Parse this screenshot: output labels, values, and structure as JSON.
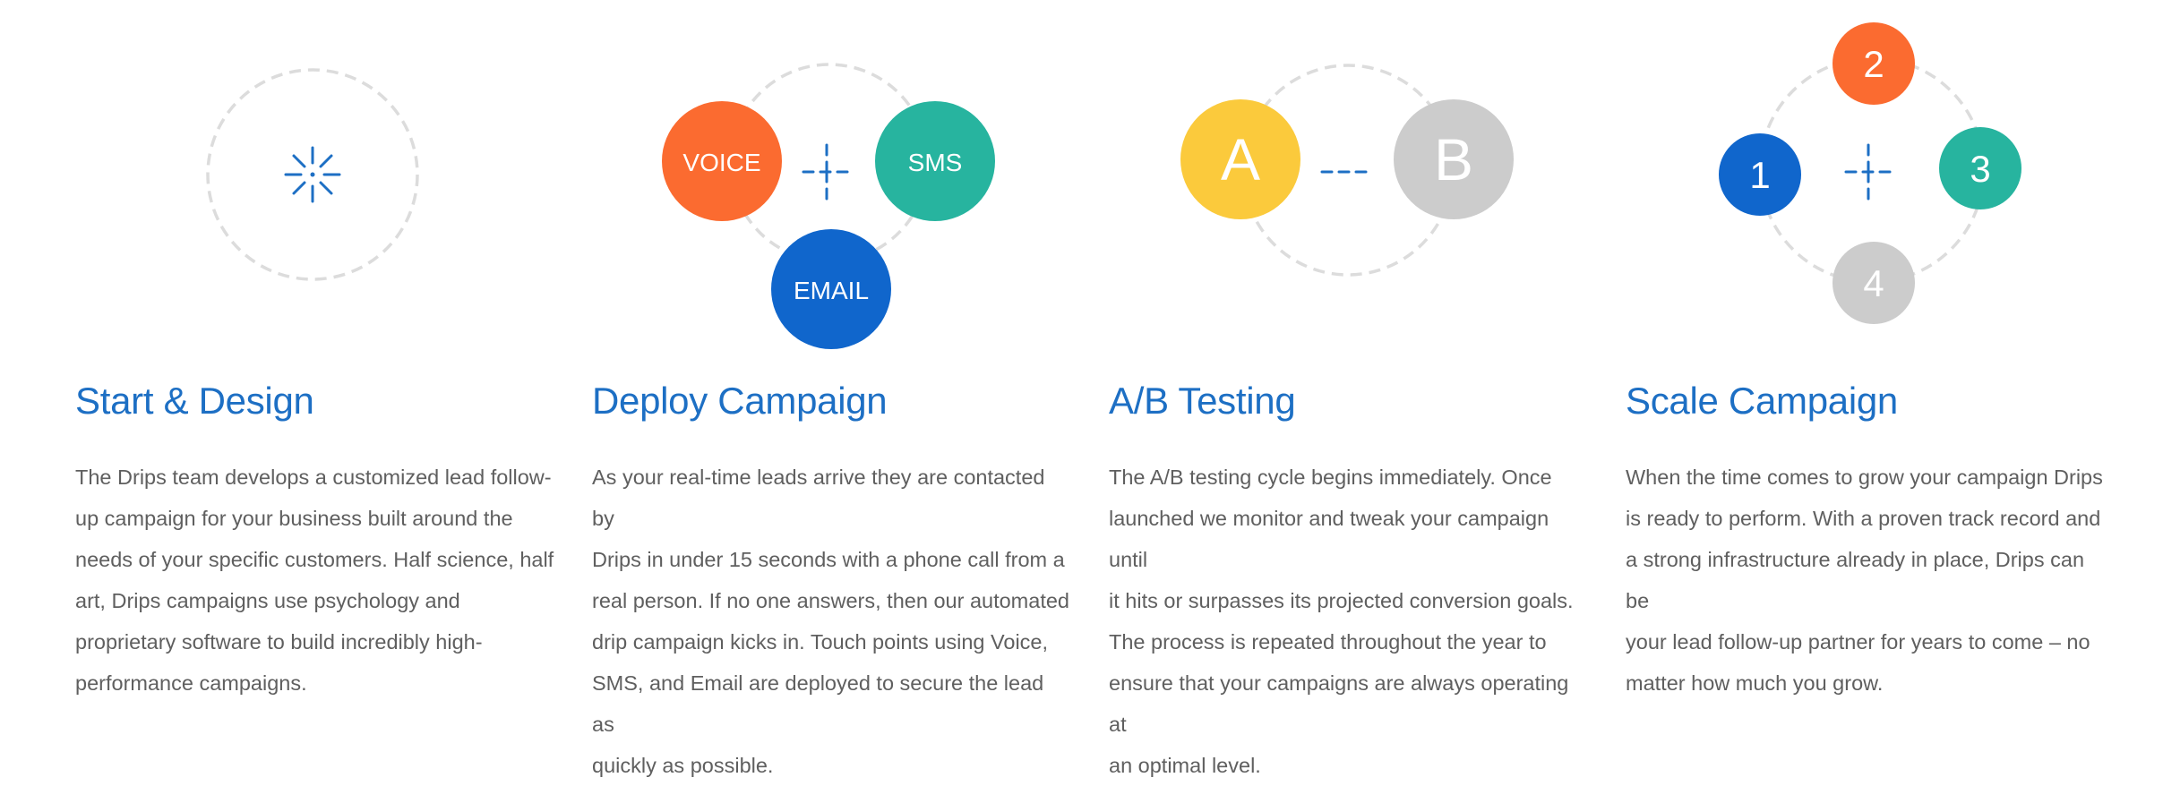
{
  "colors": {
    "accent_blue": "#1d6fc4",
    "orange": "#fb6b30",
    "teal": "#27b49f",
    "blue": "#1066cc",
    "yellow": "#fbca3c",
    "gray": "#cccccc",
    "dashed_ring": "#dcdcdc",
    "body_text": "#5f5f5f"
  },
  "steps": [
    {
      "title": "Start & Design",
      "icon": "sparkle-icon",
      "body": "The Drips team develops a customized lead follow-\nup campaign for your business built around the\nneeds of your specific customers. Half science, half\nart, Drips campaigns use psychology and\nproprietary software to build incredibly high-\nperformance campaigns."
    },
    {
      "title": "Deploy Campaign",
      "icon": "crosshair-icon",
      "channels": {
        "voice": "VOICE",
        "sms": "SMS",
        "email": "EMAIL"
      },
      "body": "As your real-time leads arrive they are contacted by\nDrips in under 15 seconds with a phone call from a\nreal person. If no one answers, then our automated\ndrip campaign kicks in. Touch points using Voice,\nSMS, and Email are deployed to secure the lead as\nquickly as possible."
    },
    {
      "title": "A/B Testing",
      "variants": {
        "a": "A",
        "b": "B"
      },
      "body": "The A/B testing cycle begins immediately. Once\nlaunched we monitor and tweak your campaign until\nit hits or surpasses its  projected conversion goals.\nThe process is repeated throughout the year to\nensure that your campaigns are always operating at\nan optimal level."
    },
    {
      "title": "Scale Campaign",
      "icon": "crosshair-icon",
      "nodes": {
        "n1": "1",
        "n2": "2",
        "n3": "3",
        "n4": "4"
      },
      "body": "When the time comes to grow your campaign Drips\nis ready to perform. With a proven track record and\na strong infrastructure already in place, Drips can be\nyour lead follow-up partner for years to come – no\nmatter how much you grow."
    }
  ]
}
